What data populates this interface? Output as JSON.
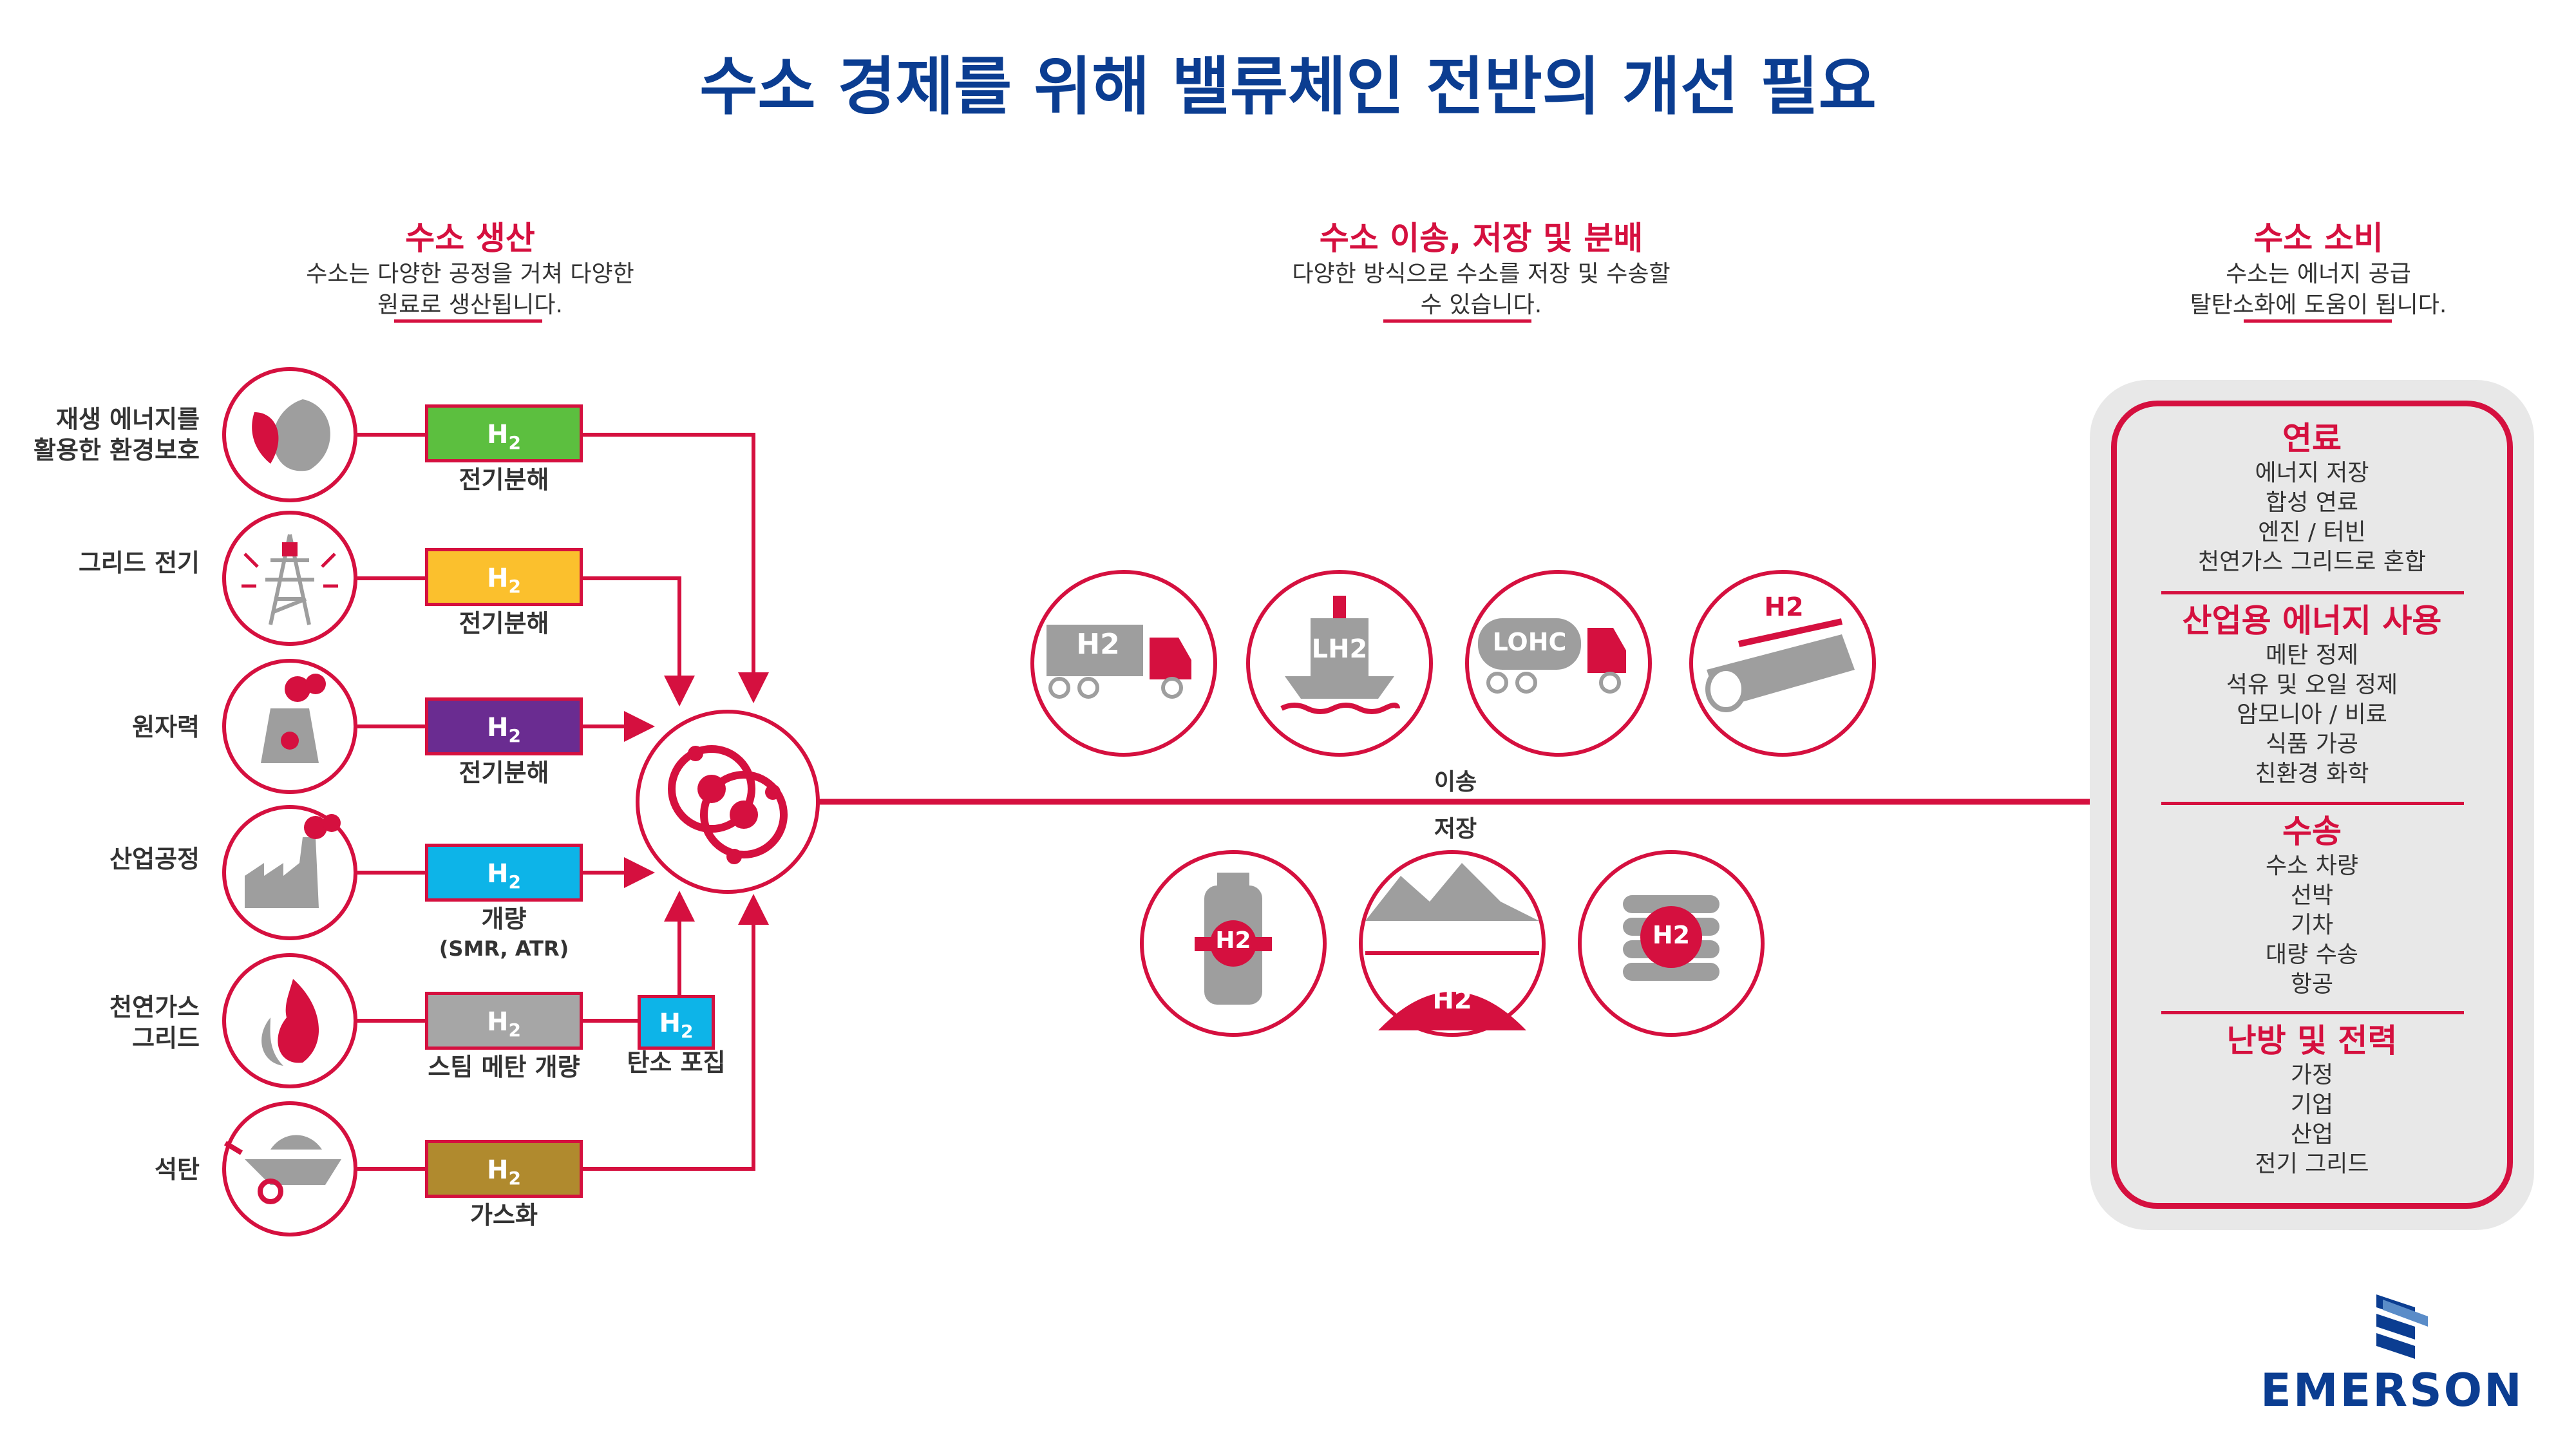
{
  "title": "수소 경제를 위해 밸류체인 전반의 개선 필요",
  "production": {
    "heading": "수소 생산",
    "sub1": "수소는 다양한 공정을 거쳐 다양한",
    "sub2": "원료로 생산됩니다.",
    "sources": [
      {
        "line1": "재생 에너지를",
        "line2": "활용한 환경보호",
        "icon": "leaf-icon"
      },
      {
        "line1": "그리드 전기",
        "line2": "",
        "icon": "power-tower-icon"
      },
      {
        "line1": "원자력",
        "line2": "",
        "icon": "nuclear-plant-icon"
      },
      {
        "line1": "산업공정",
        "line2": "",
        "icon": "factory-icon"
      },
      {
        "line1": "천연가스",
        "line2": "그리드",
        "icon": "flame-icon"
      },
      {
        "line1": "석탄",
        "line2": "",
        "icon": "wheelbarrow-icon"
      }
    ],
    "boxes": [
      {
        "label": "H",
        "sub": "2",
        "color": "#5cbf3f",
        "process": "전기분해",
        "process2": ""
      },
      {
        "label": "H",
        "sub": "2",
        "color": "#fbc02d",
        "process": "전기분해",
        "process2": ""
      },
      {
        "label": "H",
        "sub": "2",
        "color": "#6a2c91",
        "process": "전기분해",
        "process2": ""
      },
      {
        "label": "H",
        "sub": "2",
        "color": "#0db4e8",
        "process": "개량",
        "process2": "(SMR, ATR)"
      },
      {
        "label": "H",
        "sub": "2",
        "color": "#a6a6a6",
        "process": "스팀 메탄 개량",
        "process2": ""
      },
      {
        "label": "H",
        "sub": "2",
        "color": "#b08a2e",
        "process": "가스화",
        "process2": ""
      }
    ],
    "capture_box": {
      "label": "H",
      "sub": "2",
      "color": "#0db4e8",
      "process": "탄소 포집"
    }
  },
  "transport": {
    "heading": "수소 이송, 저장 및 분배",
    "sub1": "다양한 방식으로 수소를 저장 및 수송할",
    "sub2": "수 있습니다.",
    "transport_label": "이송",
    "storage_label": "저장",
    "transport_icons": [
      {
        "icon": "tube-trailer-truck-icon",
        "text": "H2"
      },
      {
        "icon": "ship-icon",
        "text": "LH2"
      },
      {
        "icon": "tanker-truck-icon",
        "text": "LOHC"
      },
      {
        "icon": "pipeline-icon",
        "text": "H2"
      }
    ],
    "storage_icons": [
      {
        "icon": "gas-cylinder-icon",
        "text": "H2"
      },
      {
        "icon": "underground-storage-icon",
        "text": "H2"
      },
      {
        "icon": "tank-storage-icon",
        "text": "H2"
      }
    ]
  },
  "consumption": {
    "heading": "수소 소비",
    "sub1": "수소는 에너지 공급",
    "sub2": "탈탄소화에 도움이 됩니다.",
    "groups": [
      {
        "title": "연료",
        "items": [
          "에너지 저장",
          "합성 연료",
          "엔진 / 터빈",
          "천연가스 그리드로 혼합"
        ]
      },
      {
        "title": "산업용 에너지 사용",
        "items": [
          "메탄 정제",
          "석유 및 오일 정제",
          "암모니아 / 비료",
          "식품 가공",
          "친환경 화학"
        ]
      },
      {
        "title": "수송",
        "items": [
          "수소 차량",
          "선박",
          "기차",
          "대량 수송",
          "항공"
        ]
      },
      {
        "title": "난방 및 전력",
        "items": [
          "가정",
          "기업",
          "산업",
          "전기 그리드"
        ]
      }
    ]
  },
  "logo": {
    "text": "EMERSON"
  },
  "colors": {
    "accent": "#d5103f",
    "title": "#0b3d91",
    "icon_gray": "#9e9e9e"
  }
}
